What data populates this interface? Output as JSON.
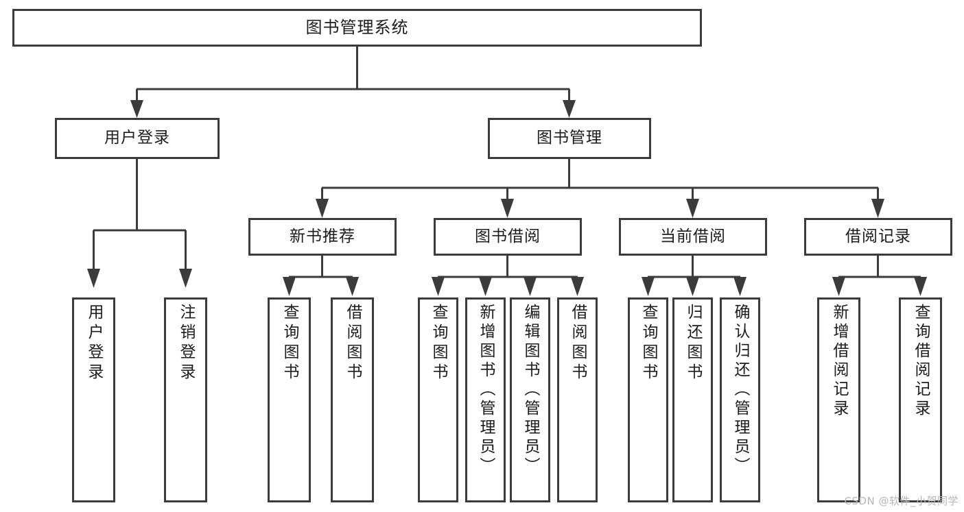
{
  "diagram": {
    "type": "tree",
    "title": "图书管理系统",
    "orientation": "top-down",
    "colors": {
      "stroke": "#3b3b3b",
      "fill": "#ffffff",
      "text": "#1c1c1c",
      "watermark": "#b6b6b6"
    },
    "nodes": {
      "root": {
        "label": "图书管理系统",
        "level": 1
      },
      "user_login": {
        "label": "用户登录",
        "level": 2
      },
      "book_manage": {
        "label": "图书管理",
        "level": 2
      },
      "new_book_rec": {
        "label": "新书推荐",
        "level": 3
      },
      "book_borrow": {
        "label": "图书借阅",
        "level": 3
      },
      "current_borrow": {
        "label": "当前借阅",
        "level": 3
      },
      "borrow_record": {
        "label": "借阅记录",
        "level": 3
      },
      "leaf_user_login": {
        "label": "用户登录",
        "level": 3
      },
      "leaf_logout": {
        "label": "注销登录",
        "level": 3
      },
      "leaf_query_book_1": {
        "label": "查询图书",
        "level": 4
      },
      "leaf_borrow_book_1": {
        "label": "借阅图书",
        "level": 4
      },
      "leaf_query_book_2": {
        "label": "查询图书",
        "level": 4
      },
      "leaf_add_book": {
        "label": "新增图书（管理员）",
        "level": 4
      },
      "leaf_edit_book": {
        "label": "编辑图书（管理员）",
        "level": 4
      },
      "leaf_borrow_book_2": {
        "label": "借阅图书",
        "level": 4
      },
      "leaf_query_book_3": {
        "label": "查询图书",
        "level": 4
      },
      "leaf_return_book": {
        "label": "归还图书",
        "level": 4
      },
      "leaf_confirm_return": {
        "label": "确认归还（管理员）",
        "level": 4
      },
      "leaf_add_record": {
        "label": "新增借阅记录",
        "level": 4
      },
      "leaf_query_record": {
        "label": "查询借阅记录",
        "level": 4
      }
    },
    "edges": [
      {
        "from": "root",
        "to": "user_login"
      },
      {
        "from": "root",
        "to": "book_manage"
      },
      {
        "from": "user_login",
        "to": "leaf_user_login"
      },
      {
        "from": "user_login",
        "to": "leaf_logout"
      },
      {
        "from": "book_manage",
        "to": "new_book_rec"
      },
      {
        "from": "book_manage",
        "to": "book_borrow"
      },
      {
        "from": "book_manage",
        "to": "current_borrow"
      },
      {
        "from": "book_manage",
        "to": "borrow_record"
      },
      {
        "from": "new_book_rec",
        "to": "leaf_query_book_1"
      },
      {
        "from": "new_book_rec",
        "to": "leaf_borrow_book_1"
      },
      {
        "from": "book_borrow",
        "to": "leaf_query_book_2"
      },
      {
        "from": "book_borrow",
        "to": "leaf_add_book"
      },
      {
        "from": "book_borrow",
        "to": "leaf_edit_book"
      },
      {
        "from": "book_borrow",
        "to": "leaf_borrow_book_2"
      },
      {
        "from": "current_borrow",
        "to": "leaf_query_book_3"
      },
      {
        "from": "current_borrow",
        "to": "leaf_return_book"
      },
      {
        "from": "current_borrow",
        "to": "leaf_confirm_return"
      },
      {
        "from": "borrow_record",
        "to": "leaf_add_record"
      },
      {
        "from": "borrow_record",
        "to": "leaf_query_record"
      }
    ]
  },
  "watermark": {
    "text": "CSDN @软件_小贺同学"
  }
}
